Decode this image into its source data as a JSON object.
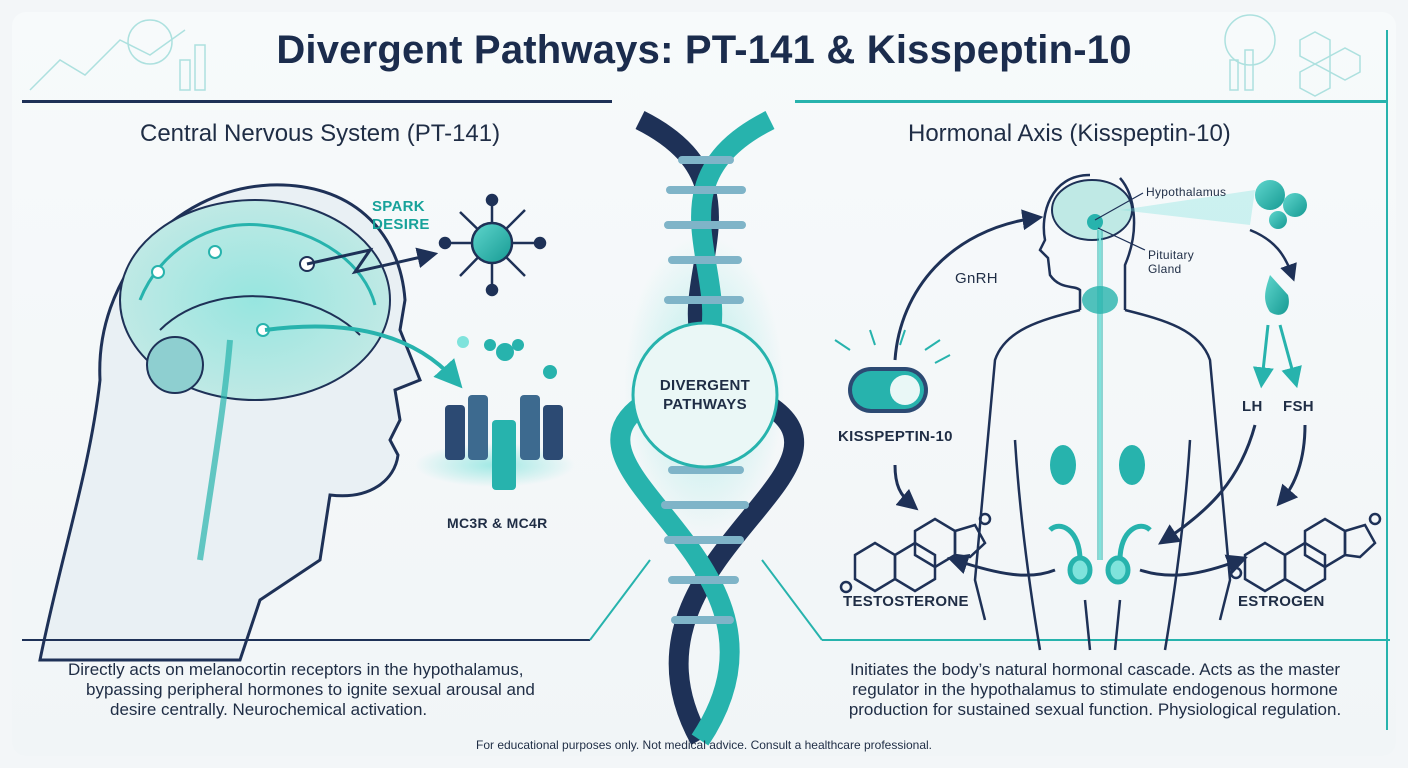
{
  "title": "Divergent Pathways: PT-141 & Kisspeptin-10",
  "left": {
    "heading": "Central Nervous System (PT-141)",
    "spark_label_line1": "SPARK",
    "spark_label_line2": "DESIRE",
    "receptor_label": "MC3R & MC4R",
    "description_line1": "Directly acts on melanocortin receptors in the hypothalamus,",
    "description_line2": "bypassing peripheral hormones to ignite sexual arousal and",
    "description_line3": "desire centrally. Neurochemical activation."
  },
  "center": {
    "helix_label_line1": "DIVERGENT",
    "helix_label_line2": "PATHWAYS"
  },
  "right": {
    "heading": "Hormonal Axis (Kisspeptin-10)",
    "hypothalamus": "Hypothalamus",
    "pituitary_line1": "Pituitary",
    "pituitary_line2": "Gland",
    "gnrh": "GnRH",
    "switch_label": "KISSPEPTIN-10",
    "lh": "LH",
    "fsh": "FSH",
    "testosterone": "TESTOSTERONE",
    "estrogen": "ESTROGEN",
    "description_line1": "Initiates the body’s natural hormonal cascade. Acts as the master",
    "description_line2": "regulator in the hypothalamus to stimulate endogenous hormone",
    "description_line3": "production for sustained sexual function. Physiological regulation."
  },
  "footer": "For educational purposes only. Not medical advice. Consult a healthcare professional.",
  "colors": {
    "navy": "#1e3157",
    "teal": "#27b3ad",
    "glow": "#7fe3dc",
    "background": "#f3f6f8"
  }
}
